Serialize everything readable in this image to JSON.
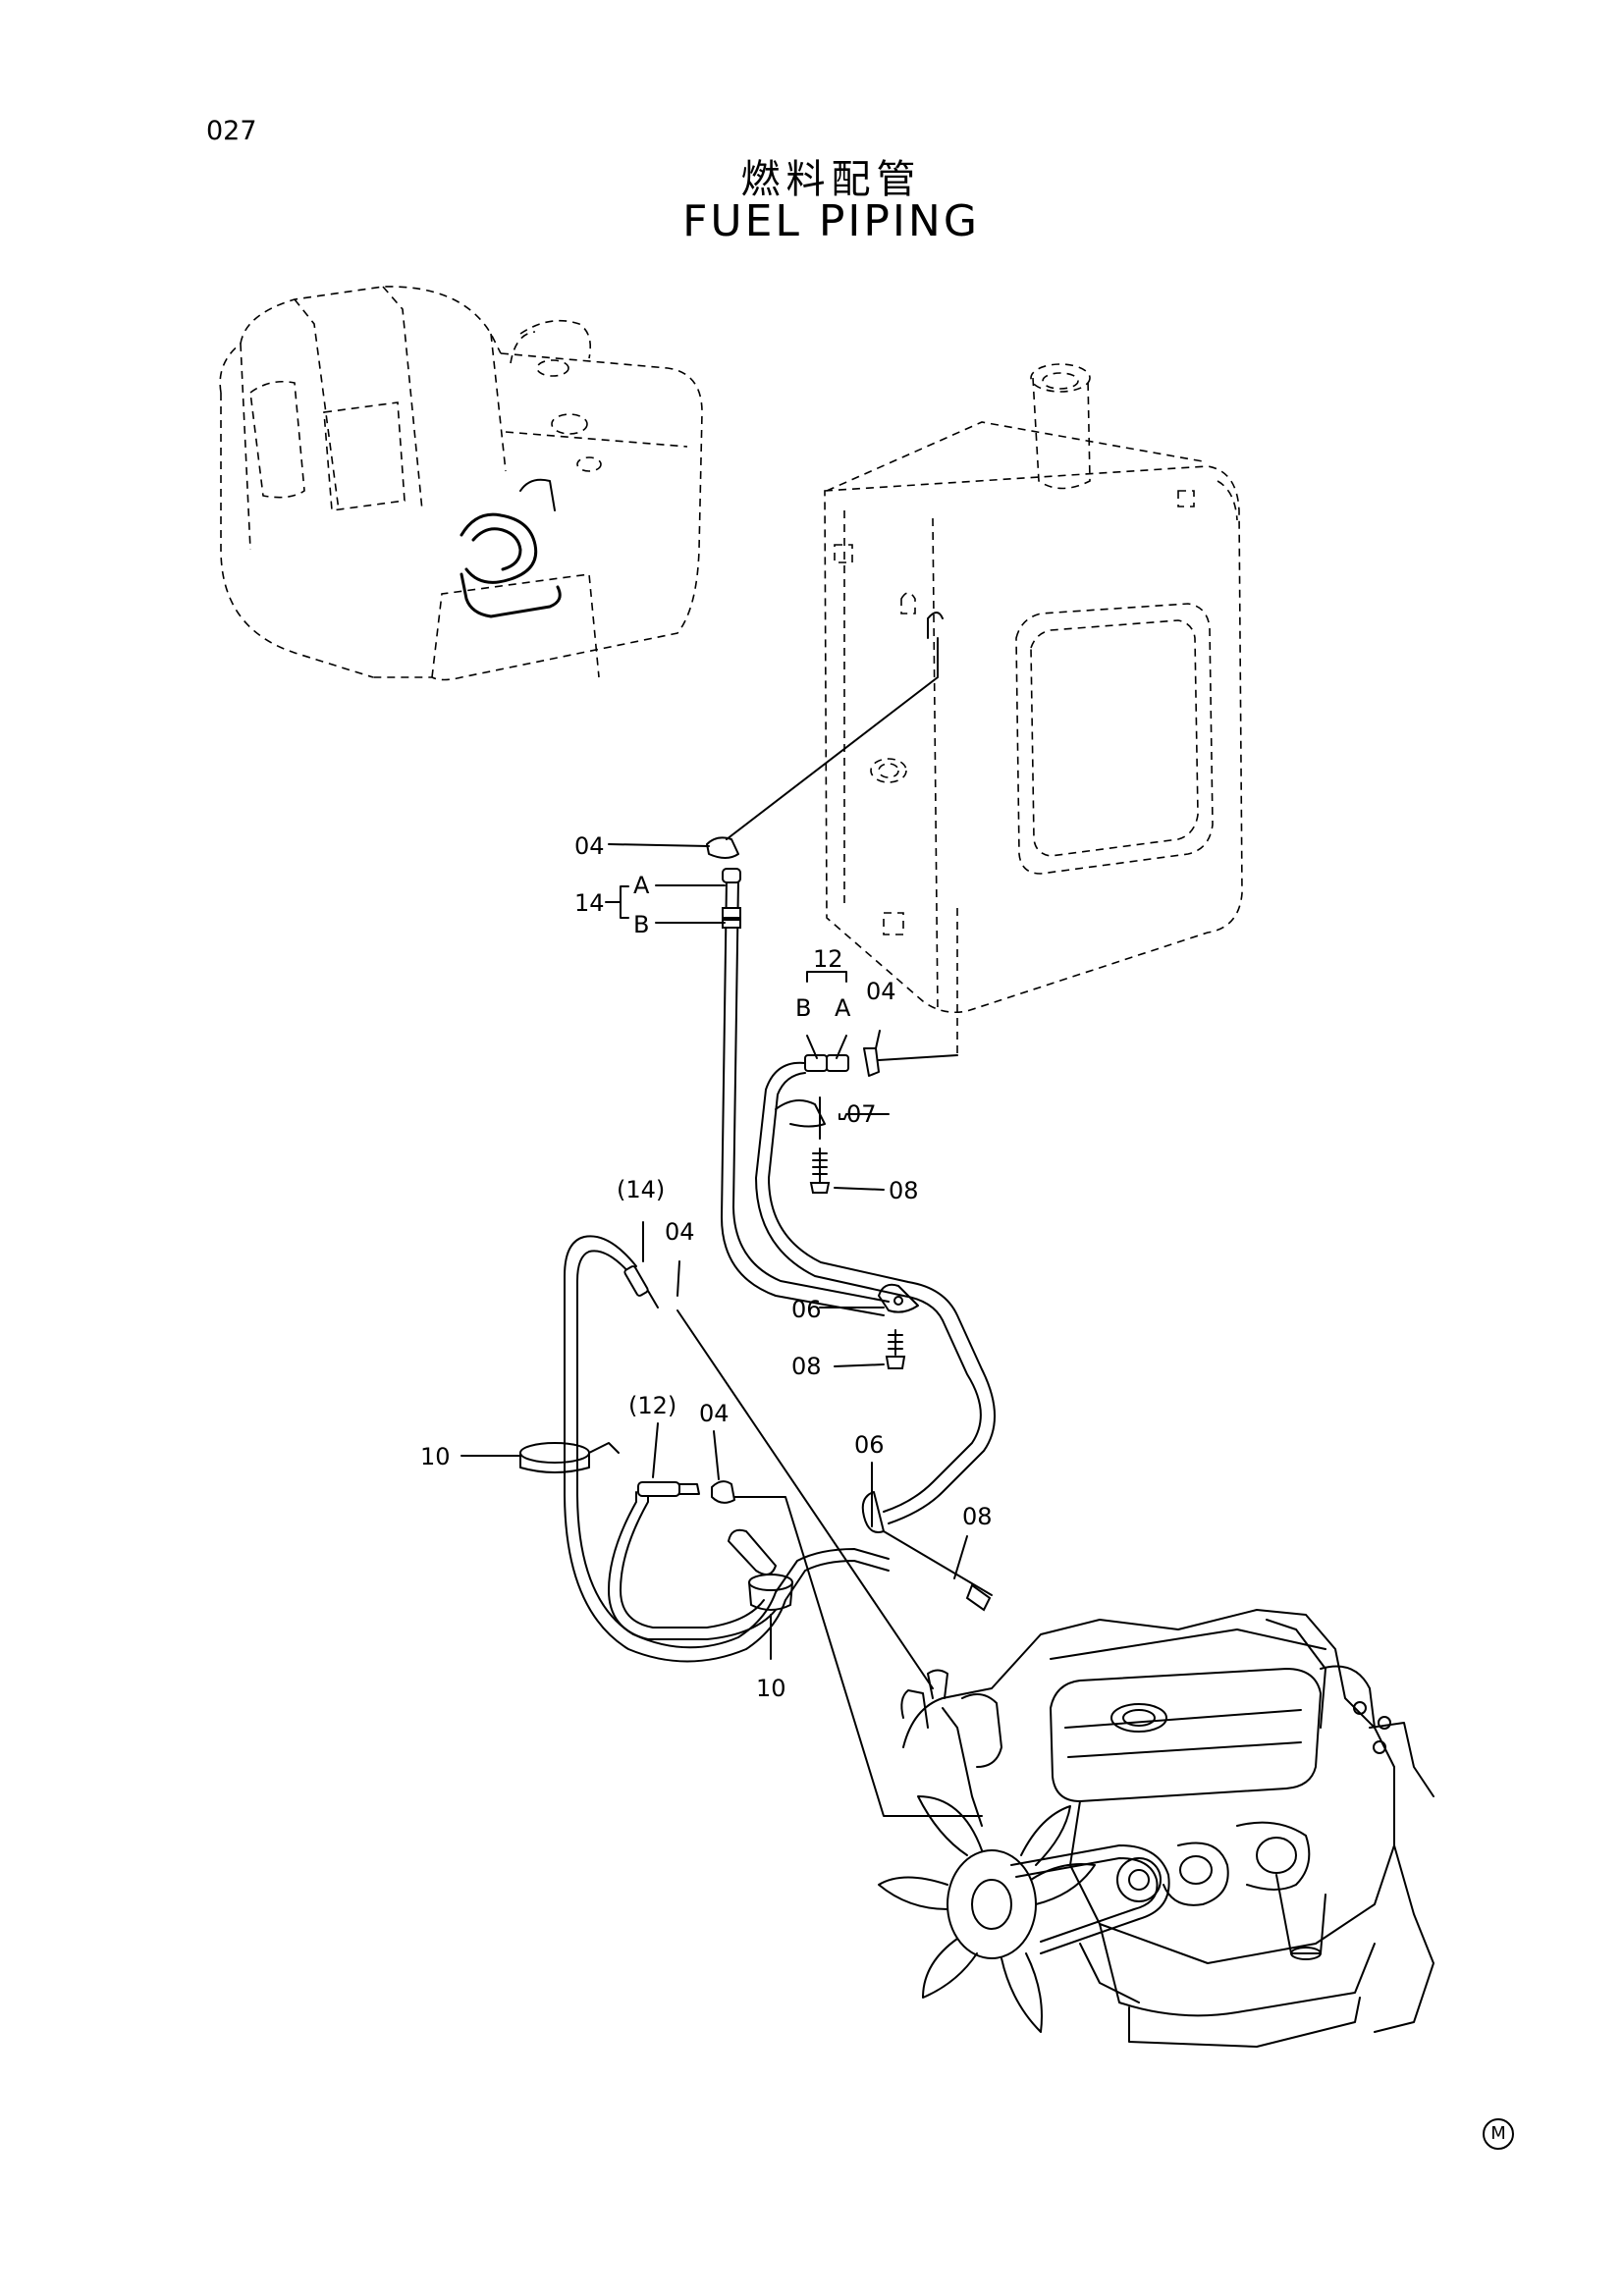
{
  "page_number": "027",
  "title_jp": "燃料配管",
  "title_en": "FUEL PIPING",
  "mark": "M",
  "callouts": {
    "c04a": "04",
    "c14": "14",
    "c14A": "A",
    "c14B": "B",
    "c12": "12",
    "c12B": "B",
    "c12A": "A",
    "c04b": "04",
    "c07": "07",
    "c08a": "08",
    "c14p": "(14)",
    "c04c": "04",
    "c06a": "06",
    "c08b": "08",
    "c10a": "10",
    "c12p": "(12)",
    "c04d": "04",
    "c06b": "06",
    "c08c": "08",
    "c10b": "10"
  }
}
